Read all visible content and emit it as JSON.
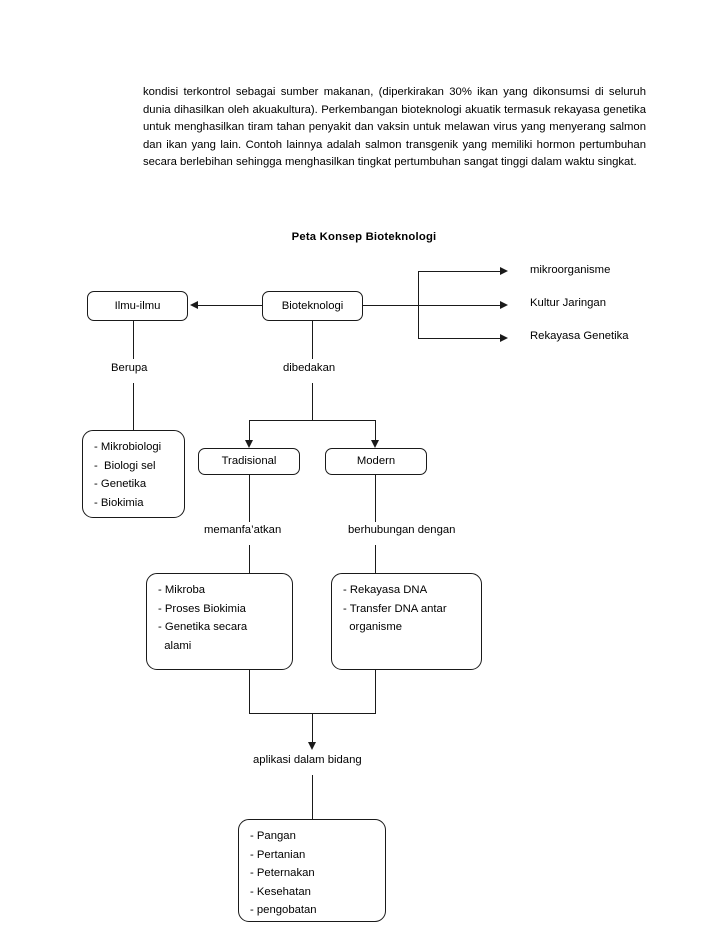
{
  "paragraph": {
    "text": "kondisi terkontrol sebagai sumber makanan, (diperkirakan 30% ikan yang dikonsumsi di seluruh dunia dihasilkan oleh akuakultura). Perkembangan bioteknologi akuatik termasuk rekayasa genetika untuk menghasilkan tiram tahan penyakit dan vaksin untuk melawan virus yang menyerang salmon dan ikan yang lain. Contoh lainnya adalah salmon transgenik yang memiliki hormon pertumbuhan secara berlebihan sehingga menghasilkan tingkat pertumbuhan sangat tinggi dalam waktu singkat."
  },
  "diagram": {
    "title": "Peta Konsep Bioteknologi",
    "nodes": {
      "ilmu": "Ilmu-ilmu",
      "bioteknologi": "Bioteknologi",
      "tradisional": "Tradisional",
      "modern": "Modern"
    },
    "branch_labels": {
      "mikroorganisme": "mikroorganisme",
      "kultur_jaringan": "Kultur Jaringan",
      "rekayasa_genetika": "Rekayasa Genetika"
    },
    "edge_labels": {
      "berupa": "Berupa",
      "dibedakan": "dibedakan",
      "memanfaatkan": "memanfa’atkan",
      "berhubungan": "berhubungan dengan",
      "aplikasi": "aplikasi dalam bidang"
    },
    "ilmu_list": [
      "- Mikrobiologi",
      "-  Biologi sel",
      "- Genetika",
      "- Biokimia"
    ],
    "tradisional_list": [
      "- Mikroba",
      "- Proses Biokimia",
      "- Genetika secara",
      "  alami"
    ],
    "modern_list": [
      "- Rekayasa DNA",
      "- Transfer DNA antar",
      "  organisme"
    ],
    "aplikasi_list": [
      "- Pangan",
      "- Pertanian",
      "- Peternakan",
      "- Kesehatan",
      "- pengobatan"
    ]
  }
}
